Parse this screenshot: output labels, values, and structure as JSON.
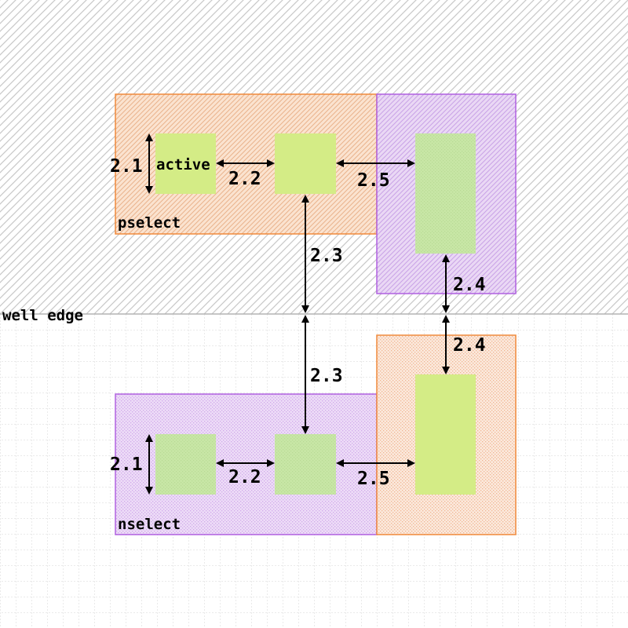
{
  "diagram": {
    "layers": {
      "well_label": "well edge",
      "pselect_label": "pselect",
      "nselect_label": "nselect",
      "active_label": "active"
    },
    "rules": {
      "r21_top": "2.1",
      "r22_top": "2.2",
      "r25_top": "2.5",
      "r23_upper": "2.3",
      "r24_upper": "2.4",
      "r23_lower": "2.3",
      "r24_lower": "2.4",
      "r21_bottom": "2.1",
      "r22_bottom": "2.2",
      "r25_bottom": "2.5"
    },
    "colors": {
      "active_green": "#d4ec86",
      "active_green_muted": "#c8e6a6",
      "pselect_orange": "#f08a3c",
      "nselect_purple": "#b060e0",
      "well_hatch": "#c8c8c8",
      "grid": "#d6d6d6",
      "well_edge": "#b4b4b4"
    }
  }
}
